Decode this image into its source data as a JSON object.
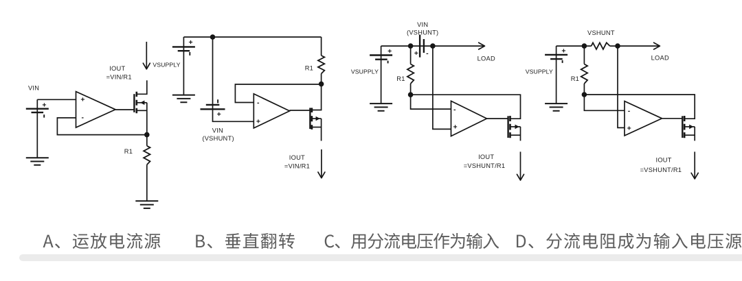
{
  "figure": {
    "type": "op-amp current source schematics",
    "panel_count": 4
  },
  "colors": {
    "background": "#ffffff",
    "line": "#161616",
    "label": "#1c1c1c",
    "caption": "#5d5d5d",
    "band": "#ebebeb"
  },
  "circuits": {
    "a": {
      "source_label": "VIN",
      "battery_plus": "+",
      "opamp_plus": "+",
      "opamp_minus": "-",
      "supply_label": "VSUPPLY",
      "output_label": "IOUT",
      "output_formula": "=VIN/R1",
      "resistor_label": "R1"
    },
    "b": {
      "battery_plus": "+",
      "shunt_battery_plus": "+",
      "source_label_line1": "VIN",
      "source_label_line2": "(VSHUNT)",
      "opamp_plus": "+",
      "opamp_minus": "-",
      "resistor_label": "R1",
      "output_label": "IOUT",
      "output_formula": "=VIN/R1"
    },
    "c": {
      "supply_label": "VSUPPLY",
      "battery_plus": "+",
      "shunt_label_line1": "VIN",
      "shunt_label_line2": "(VSHUNT)",
      "shunt_plus": "+",
      "shunt_minus": "-",
      "load_label": "LOAD",
      "resistor_label": "R1",
      "opamp_plus": "+",
      "opamp_minus": "-",
      "output_label": "IOUT",
      "output_formula": "=VSHUNT/R1"
    },
    "d": {
      "supply_label": "VSUPPLY",
      "battery_plus": "+",
      "shunt_label": "VSHUNT",
      "load_label": "LOAD",
      "resistor_label": "R1",
      "opamp_plus": "+",
      "opamp_minus": "-",
      "output_label": "IOUT",
      "output_formula": "=VSHUNT/R1"
    }
  },
  "captions": {
    "a": "A、运放电流源",
    "b": "B、垂直翻转",
    "c": "C、用分流电压作为输入",
    "d": "D、分流电阻成为输入电压源"
  }
}
